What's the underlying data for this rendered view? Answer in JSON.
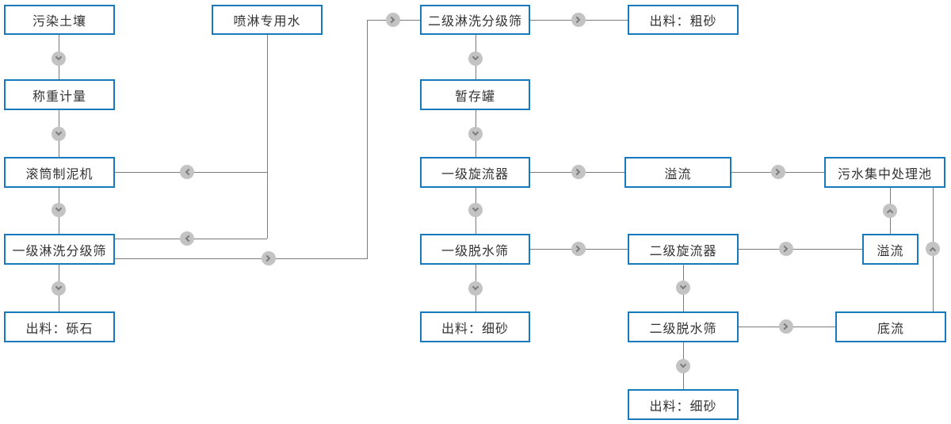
{
  "diagram": {
    "background": "#ffffff",
    "colors": {
      "node_border": "#1979bf",
      "node_text": "#333333",
      "connector_line": "#7b7b7b",
      "arrow_circle_fill": "#c3c3c3",
      "arrow_chevron": "#7a7a7a"
    },
    "nodes": {
      "soil": {
        "label": "污染土壤"
      },
      "weigh": {
        "label": "称重计量"
      },
      "drum": {
        "label": "滚筒制泥机"
      },
      "wash1": {
        "label": "一级淋洗分级筛"
      },
      "gravel": {
        "label": "出料：砾石"
      },
      "water": {
        "label": "喷淋专用水"
      },
      "wash2": {
        "label": "二级淋洗分级筛"
      },
      "coarse": {
        "label": "出料：粗砂"
      },
      "tank": {
        "label": "暂存罐"
      },
      "cyclone1": {
        "label": "一级旋流器"
      },
      "overflow1": {
        "label": "溢流"
      },
      "sewage": {
        "label": "污水集中处理池"
      },
      "dewater1": {
        "label": "一级脱水筛"
      },
      "fine1": {
        "label": "出料：细砂"
      },
      "cyclone2": {
        "label": "二级旋流器"
      },
      "overflow2": {
        "label": "溢流"
      },
      "dewater2": {
        "label": "二级脱水筛"
      },
      "underflow": {
        "label": "底流"
      },
      "fine2": {
        "label": "出料：细砂"
      }
    },
    "edges": [
      {
        "from": "soil",
        "to": "weigh"
      },
      {
        "from": "weigh",
        "to": "drum"
      },
      {
        "from": "drum",
        "to": "wash1"
      },
      {
        "from": "wash1",
        "to": "gravel"
      },
      {
        "from": "water",
        "to": "drum"
      },
      {
        "from": "water",
        "to": "wash1"
      },
      {
        "from": "wash1",
        "to": "wash2"
      },
      {
        "from": "wash2",
        "to": "coarse"
      },
      {
        "from": "wash2",
        "to": "tank"
      },
      {
        "from": "tank",
        "to": "cyclone1"
      },
      {
        "from": "cyclone1",
        "to": "overflow1"
      },
      {
        "from": "overflow1",
        "to": "sewage"
      },
      {
        "from": "cyclone1",
        "to": "dewater1"
      },
      {
        "from": "dewater1",
        "to": "fine1"
      },
      {
        "from": "dewater1",
        "to": "cyclone2"
      },
      {
        "from": "cyclone2",
        "to": "overflow2"
      },
      {
        "from": "overflow2",
        "to": "sewage"
      },
      {
        "from": "cyclone2",
        "to": "dewater2"
      },
      {
        "from": "dewater2",
        "to": "underflow"
      },
      {
        "from": "underflow",
        "to": "sewage"
      },
      {
        "from": "dewater2",
        "to": "fine2"
      }
    ]
  }
}
